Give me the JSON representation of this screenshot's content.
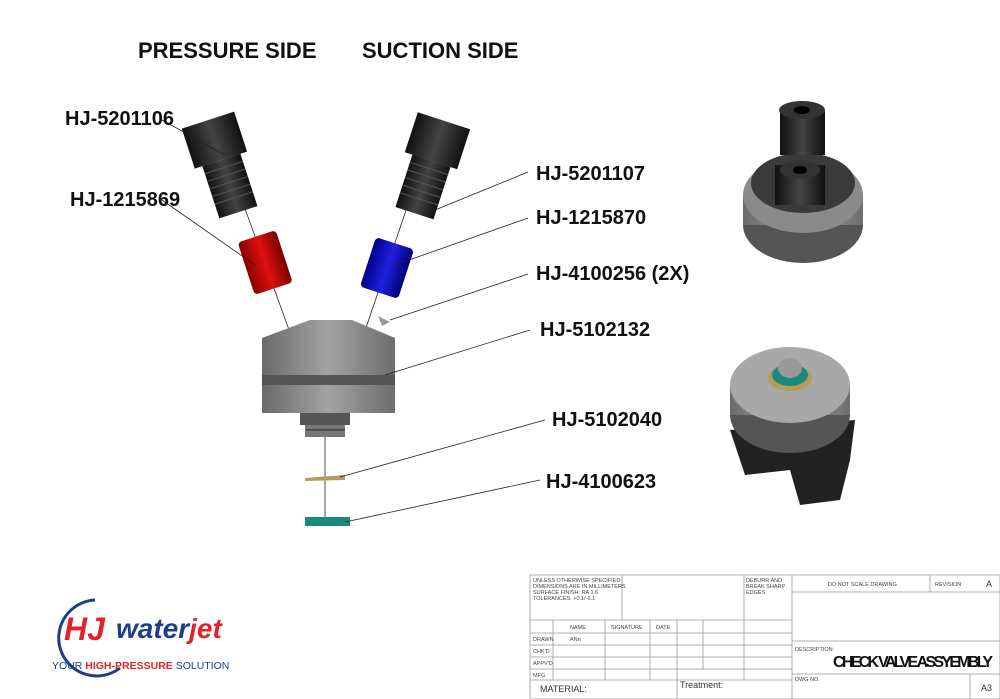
{
  "headings": {
    "pressure": "PRESSURE SIDE",
    "suction": "SUCTION SIDE"
  },
  "parts": [
    {
      "id": "HJ-5201106"
    },
    {
      "id": "HJ-1215869"
    },
    {
      "id": "HJ-5201107"
    },
    {
      "id": "HJ-1215870"
    },
    {
      "id": "HJ-4100256 (2X)"
    },
    {
      "id": "HJ-5102132"
    },
    {
      "id": "HJ-5102040"
    },
    {
      "id": "HJ-4100623"
    }
  ],
  "logo": {
    "brand": "HJ waterjet",
    "tagline_pre": "YOUR ",
    "tagline_hl": "HIGH-PRESSURE",
    "tagline_post": " SOLUTION",
    "red": "#e3232b",
    "blue": "#1c3f8c"
  },
  "title_block": {
    "notes": [
      "UNLESS OTHERWISE SPECIFIED:",
      "DIMENSIONS ARE IN MILLIMETERS",
      "SURFACE FINISH: RA 1.6",
      "TOLERANCES: +0.1/-0.1"
    ],
    "deburr": [
      "DEBURR AND",
      "BREAK SHARP",
      "EDGES"
    ],
    "do_not_scale": "DO NOT SCALE DRAWING",
    "revision_label": "REVISION",
    "revision": "A",
    "col_name": "NAME",
    "col_signature": "SIGNATURE",
    "col_date": "DATE",
    "rows": [
      "DRAWN",
      "CHK'D",
      "APPV'D",
      "MFG"
    ],
    "drawn_name": "ANn",
    "description_label": "DESCRIPTION:",
    "description": "CHECK VALVE ASSYEMBLY",
    "material_label": "MATERIAL:",
    "treatment_label": "Treatment:",
    "dwg_label": "DWG NO.",
    "size": "A3"
  }
}
